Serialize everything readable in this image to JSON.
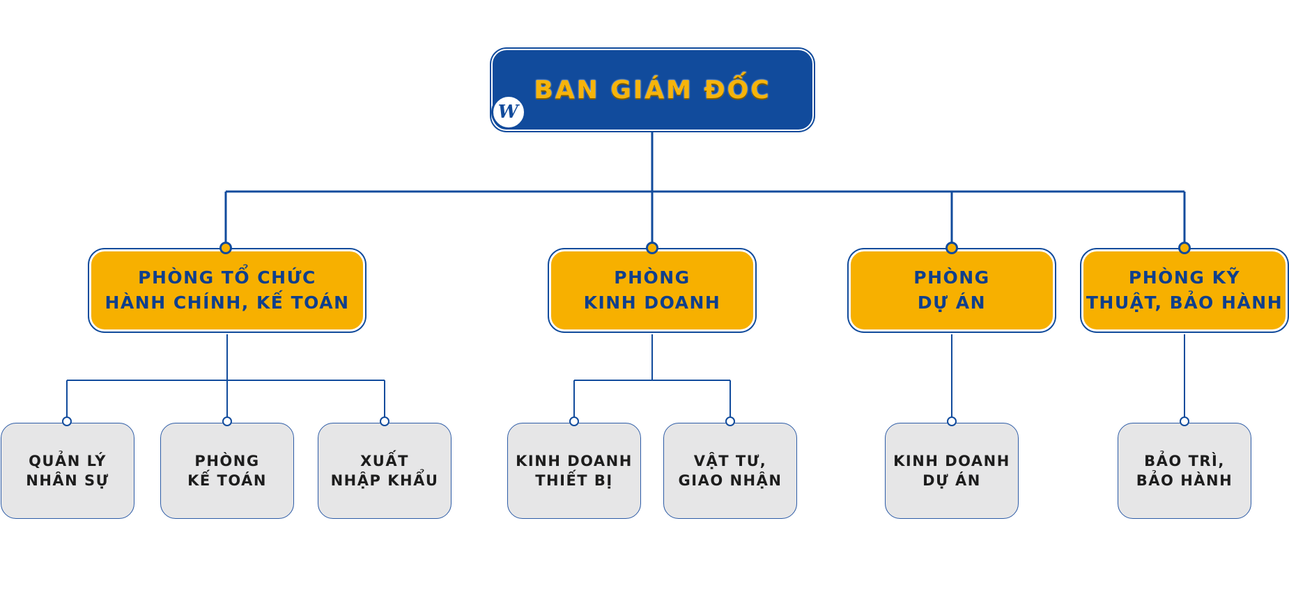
{
  "colors": {
    "navy": "#114b9c",
    "gold": "#f7b000",
    "gray_box": "#e6e6e7",
    "dept_text": "#0f3f8c",
    "unit_text": "#1d1d1d"
  },
  "director": {
    "title": "BAN GIÁM ĐỐC",
    "logo_icon": "win-logo-icon",
    "logo_text": "W"
  },
  "departments": [
    {
      "line1": "PHÒNG TỔ CHỨC",
      "line2": "HÀNH CHÍNH, KẾ TOÁN"
    },
    {
      "line1": "PHÒNG",
      "line2": "KINH DOANH"
    },
    {
      "line1": "PHÒNG",
      "line2": "DỰ ÁN"
    },
    {
      "line1": "PHÒNG KỸ",
      "line2": "THUẬT, BẢO HÀNH"
    }
  ],
  "units": [
    {
      "line1": "QUẢN LÝ",
      "line2": "NHÂN SỰ"
    },
    {
      "line1": "PHÒNG",
      "line2": "KẾ TOÁN"
    },
    {
      "line1": "XUẤT",
      "line2": "NHẬP KHẨU"
    },
    {
      "line1": "KINH DOANH",
      "line2": "THIẾT BỊ"
    },
    {
      "line1": "VẬT TƯ,",
      "line2": "GIAO NHẬN"
    },
    {
      "line1": "KINH DOANH",
      "line2": "DỰ ÁN"
    },
    {
      "line1": "BẢO TRÌ,",
      "line2": "BẢO HÀNH"
    }
  ]
}
